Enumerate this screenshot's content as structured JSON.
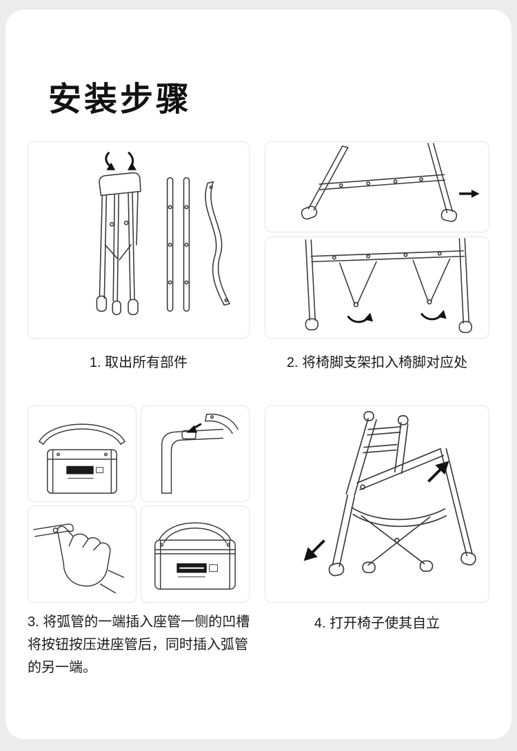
{
  "page": {
    "title": "安装步骤",
    "background_color": "#ececec",
    "card_color": "#ffffff",
    "border_color": "#e4e4e4",
    "line_color": "#3a3a3a",
    "arrow_color": "#111111",
    "text_color": "#1a1a1a"
  },
  "steps": [
    {
      "caption": "1. 取出所有部件"
    },
    {
      "caption": "2. 将椅脚支架扣入椅脚对应处"
    },
    {
      "caption": "3. 将弧管的一端插入座管一侧的凹槽\n将按钮按压进座管后，同时插入弧管\n的另一端。"
    },
    {
      "caption": "4. 打开椅子使其自立"
    }
  ],
  "icons": {
    "step1_arrows": "unfold-curved-arrows",
    "step2_arrow": "clip-direction-arrow",
    "step2_rotate_arrows": "rotate-arrows",
    "step3_insert_arrow": "insert-arrow",
    "step4_arrows": "open-direction-arrows"
  }
}
